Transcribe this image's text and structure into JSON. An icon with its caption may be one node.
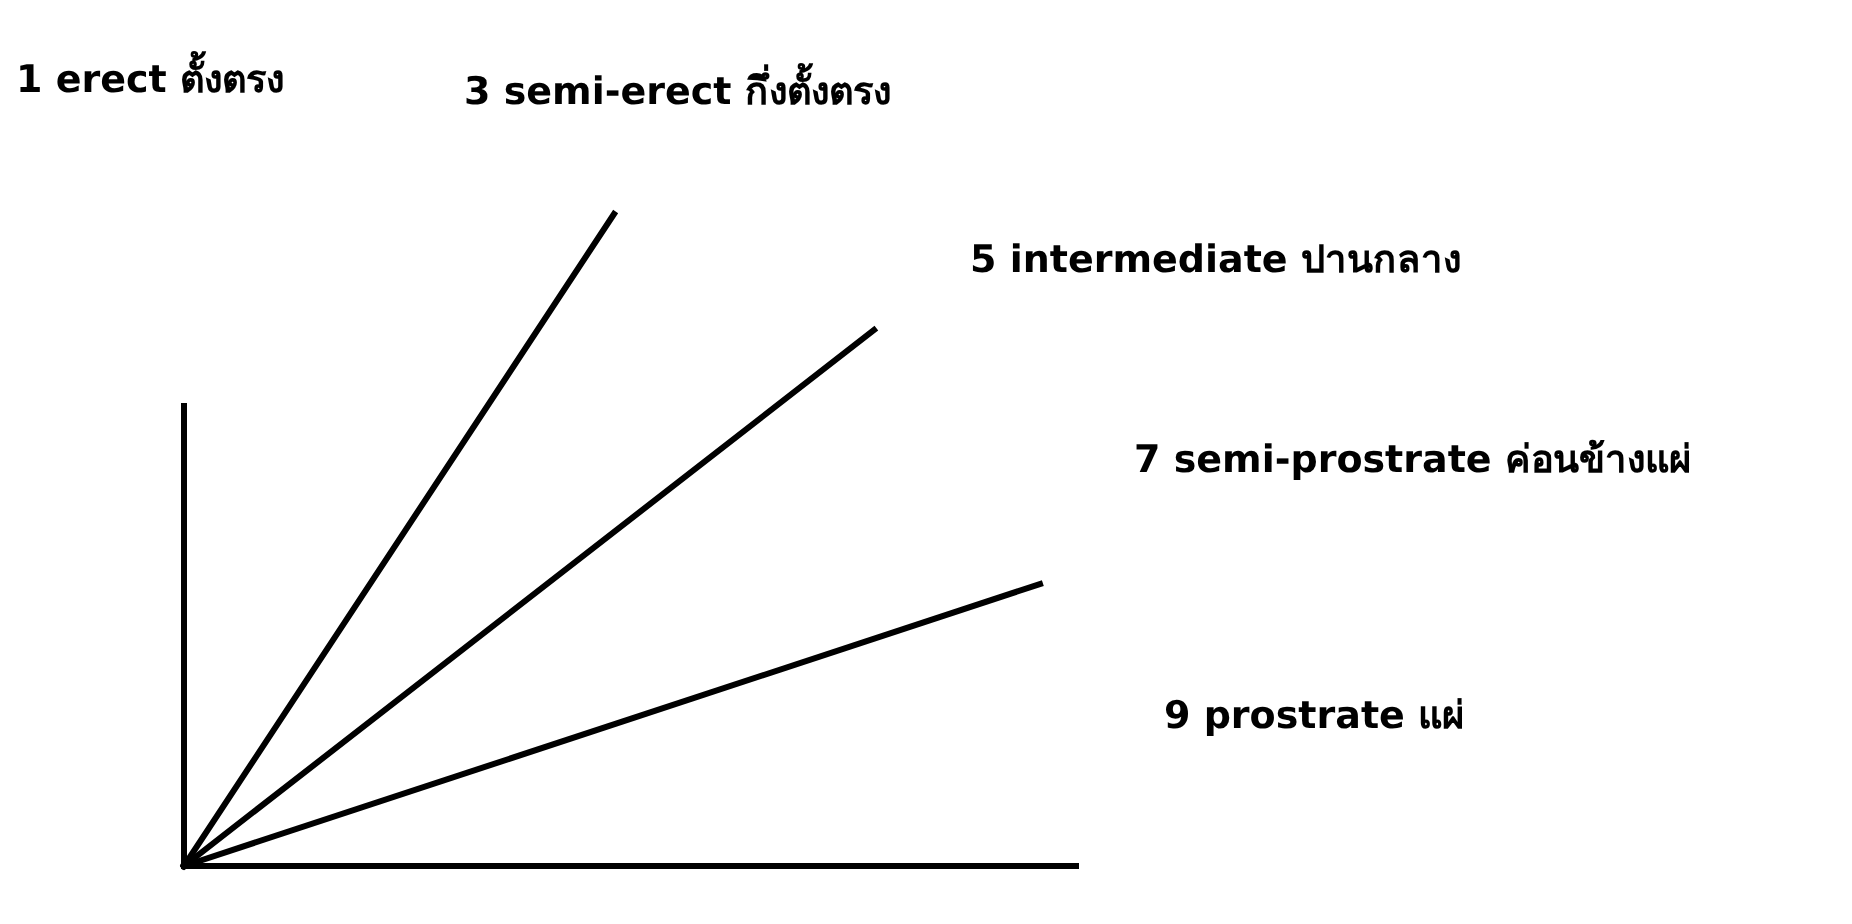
{
  "diagram": {
    "labels": [
      "1 erect ตั้งตรง",
      "3 semi-erect กึ่งตั้งตรง",
      "5 intermediate ปานกลาง",
      "7 semi-prostrate ค่อนข้างแผ่",
      "9 prostrate แผ่"
    ]
  }
}
